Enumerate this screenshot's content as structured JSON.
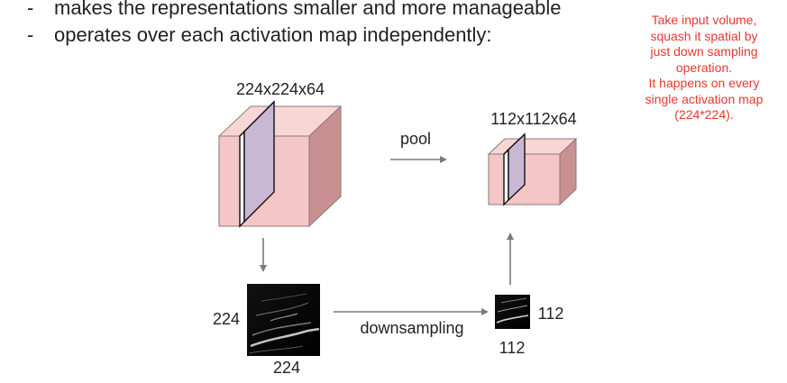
{
  "bullets": [
    {
      "marker": "-",
      "text": "makes the representations smaller and more manageable"
    },
    {
      "marker": "-",
      "text": "operates over each activation map independently:"
    }
  ],
  "note_lines": [
    "Take input volume,",
    "squash it spatial by",
    "just down sampling",
    "operation.",
    "It happens on every",
    "single activation map",
    "(224*224)."
  ],
  "diagram": {
    "input_volume_label": "224x224x64",
    "output_volume_label": "112x112x64",
    "pool_label": "pool",
    "downsampling_label": "downsampling",
    "input_map_height_label": "224",
    "input_map_width_label": "224",
    "output_map_height_label": "112",
    "output_map_width_label": "112"
  },
  "colors": {
    "note_text": "#e8372f",
    "cube_front": "#f4c6c6",
    "cube_top": "#f8d6d6",
    "cube_side": "#c89090",
    "slice_fill": "#c8b8d4",
    "arrow": "#7a7a7a"
  }
}
